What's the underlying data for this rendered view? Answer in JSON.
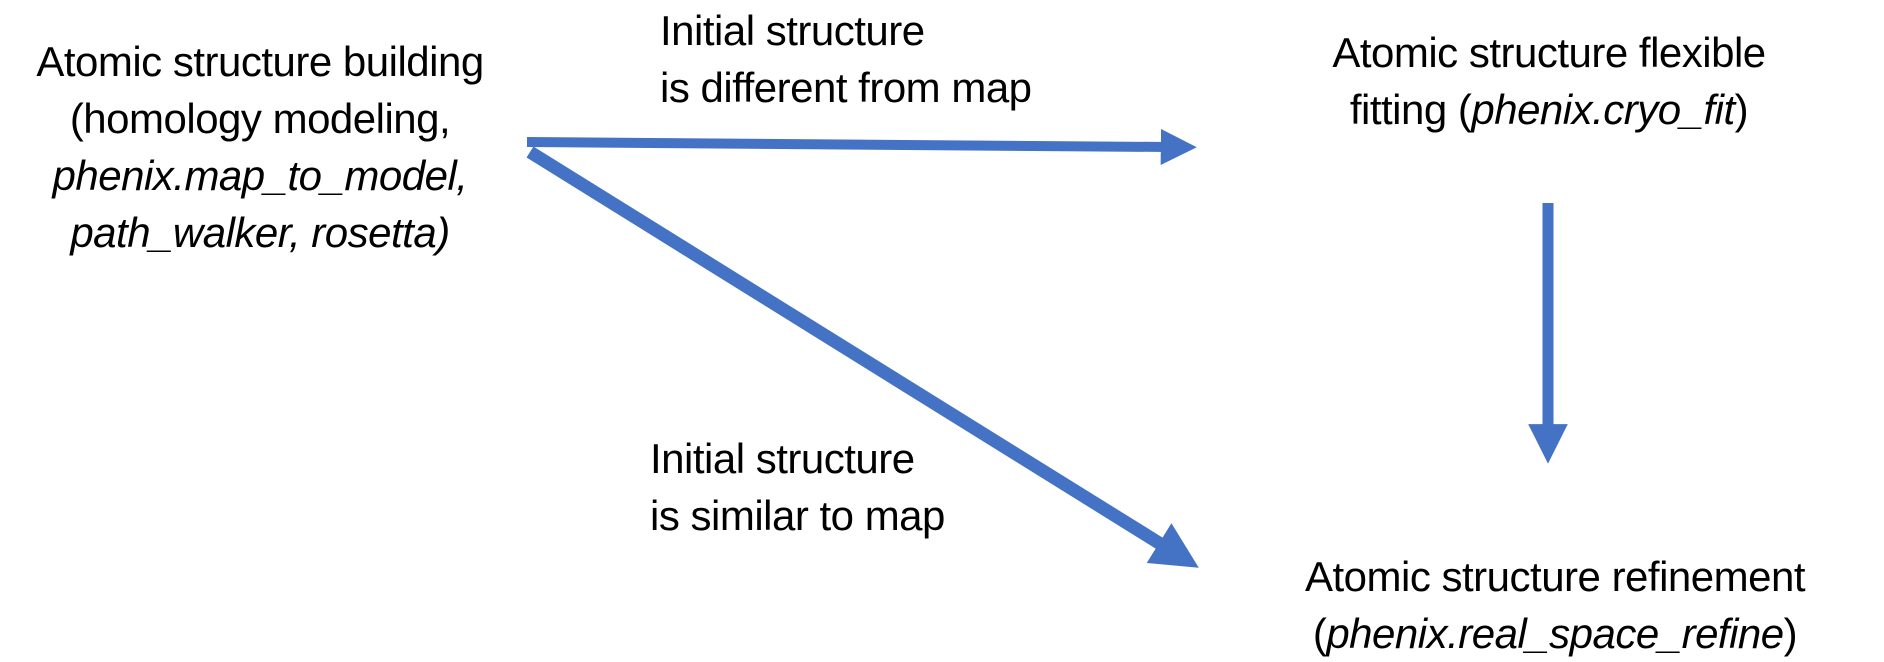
{
  "colors": {
    "arrow": "#4472C4",
    "text": "#000000",
    "background": "#FFFFFF"
  },
  "nodes": {
    "building": {
      "lines": [
        {
          "text": "Atomic structure building"
        },
        {
          "text": "(homology modeling,"
        },
        {
          "text": "phenix.map_to_model,"
        },
        {
          "text": "path_walker, rosetta)"
        }
      ]
    },
    "flexible_fitting": {
      "line1": "Atomic structure flexible",
      "line2": [
        {
          "text": "fitting ("
        },
        {
          "text": "phenix.cryo_fit"
        },
        {
          "text": ")"
        }
      ]
    },
    "refinement": {
      "line1": "Atomic structure refinement",
      "line2": [
        {
          "text": "("
        },
        {
          "text": "phenix.real_space_refine"
        },
        {
          "text": ")"
        }
      ]
    }
  },
  "labels": {
    "different": {
      "line1": "Initial structure",
      "line2": "is different from map"
    },
    "similar": {
      "line1": "Initial structure",
      "line2": "is similar to map"
    }
  },
  "edges": [
    {
      "from": "Atomic structure building",
      "to": "Atomic structure flexible fitting (phenix.cryo_fit)",
      "condition": "Initial structure is different from map"
    },
    {
      "from": "Atomic structure building",
      "to": "Atomic structure refinement (phenix.real_space_refine)",
      "condition": "Initial structure is similar to map"
    },
    {
      "from": "Atomic structure flexible fitting (phenix.cryo_fit)",
      "to": "Atomic structure refinement (phenix.real_space_refine)",
      "condition": ""
    }
  ]
}
